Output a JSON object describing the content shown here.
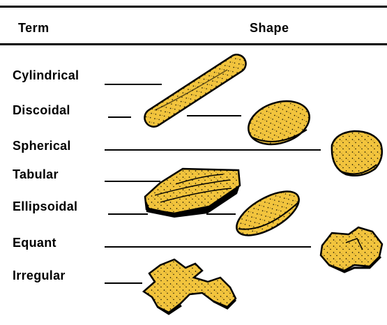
{
  "headers": {
    "term": "Term",
    "shape": "Shape"
  },
  "terms": [
    "Cylindrical",
    "Discoidal",
    "Spherical",
    "Tabular",
    "Ellipsoidal",
    "Equant",
    "Irregular"
  ],
  "colors": {
    "particle_fill": "#F2C43D",
    "outline": "#000000",
    "background": "#FFFFFF"
  }
}
